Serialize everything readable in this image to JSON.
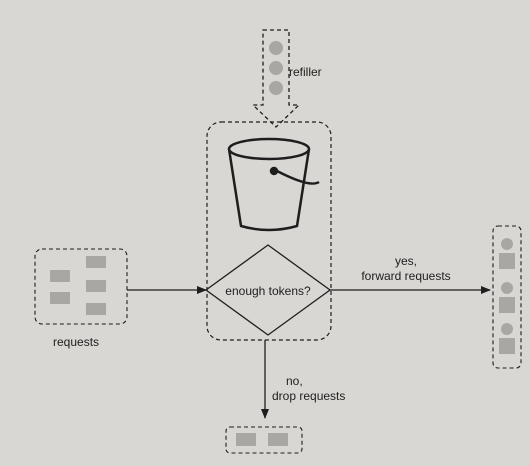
{
  "diagram": {
    "refiller_label": "refiller",
    "decision_label": "enough tokens?",
    "yes_label_line1": "yes,",
    "yes_label_line2": "forward requests",
    "no_label_line1": "no,",
    "no_label_line2": "drop requests",
    "requests_label": "requests"
  },
  "colors": {
    "background": "#d9d7d3",
    "token_fill": "#a9a7a4",
    "line": "#1e1e1e"
  },
  "icons": [
    "token-icon",
    "bucket-icon",
    "request-block-icon"
  ]
}
